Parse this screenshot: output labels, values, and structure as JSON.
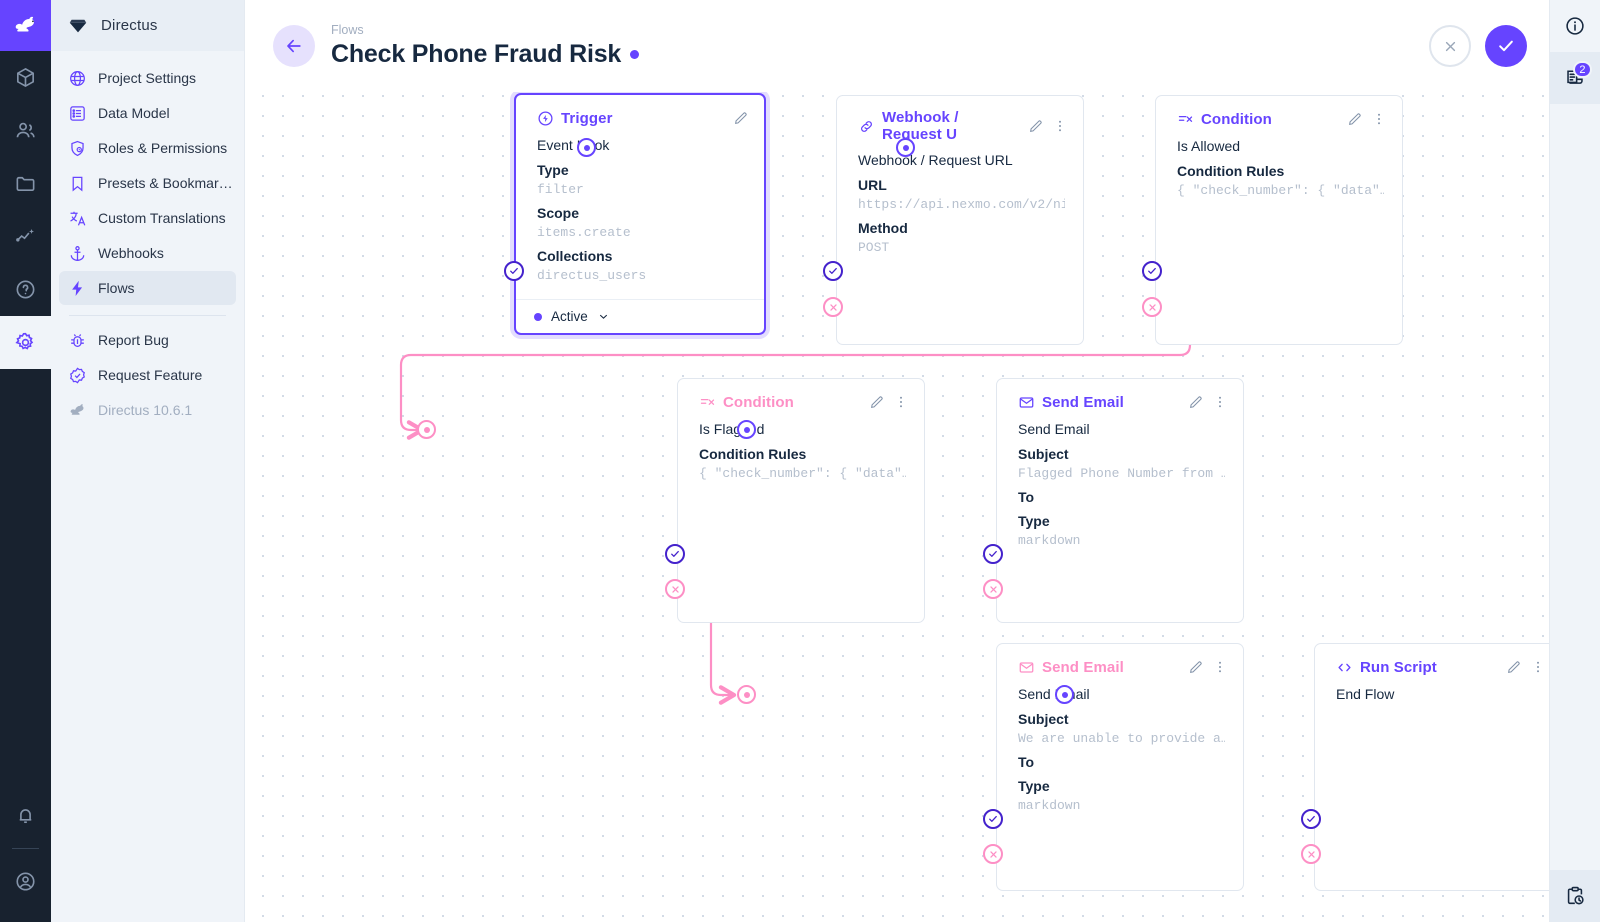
{
  "rail": {
    "logo_icon": "directus-rabbit-logo",
    "items": [
      {
        "name": "content",
        "icon": "box-icon"
      },
      {
        "name": "users",
        "icon": "people-icon"
      },
      {
        "name": "files",
        "icon": "folder-icon"
      },
      {
        "name": "insights",
        "icon": "insights-icon"
      },
      {
        "name": "help",
        "icon": "question-circle-icon"
      },
      {
        "name": "settings",
        "icon": "gear-icon",
        "active": true
      }
    ],
    "bottom": [
      {
        "name": "notifications",
        "icon": "bell-icon"
      },
      {
        "name": "account",
        "icon": "account-circle-icon"
      }
    ]
  },
  "sidebar": {
    "header": {
      "title": "Directus",
      "icon": "directus-diamond-icon"
    },
    "items": [
      {
        "label": "Project Settings",
        "icon": "globe-icon",
        "active": false
      },
      {
        "label": "Data Model",
        "icon": "list-box-icon",
        "active": false
      },
      {
        "label": "Roles & Permissions",
        "icon": "shield-lock-icon",
        "active": false
      },
      {
        "label": "Presets & Bookmar…",
        "icon": "bookmark-icon",
        "active": false
      },
      {
        "label": "Custom Translations",
        "icon": "translate-icon",
        "active": false
      },
      {
        "label": "Webhooks",
        "icon": "anchor-icon",
        "active": false
      },
      {
        "label": "Flows",
        "icon": "bolt-icon",
        "active": true
      }
    ],
    "footer_items": [
      {
        "label": "Report Bug",
        "icon": "bug-icon",
        "muted": false
      },
      {
        "label": "Request Feature",
        "icon": "check-badge-icon",
        "muted": false
      },
      {
        "label": "Directus 10.6.1",
        "icon": "rabbit-icon",
        "muted": true
      }
    ]
  },
  "header": {
    "breadcrumb": "Flows",
    "title": "Check Phone Fraud Risk",
    "back_icon": "arrow-left-icon",
    "status_dot_color": "#6644ff",
    "cancel_icon": "close-icon",
    "save_icon": "check-icon"
  },
  "toolrail": {
    "items": [
      {
        "name": "info-sidebar",
        "icon": "info-circle-icon",
        "badge": null,
        "selected": false
      },
      {
        "name": "flow-logs",
        "icon": "logs-icon",
        "badge": "2",
        "selected": true
      },
      {
        "name": "activity-log",
        "icon": "clipboard-clock-icon",
        "badge": null,
        "selected": true
      }
    ]
  },
  "colors": {
    "accent": "#6644ff",
    "resolve": "#4422cc",
    "reject": "#fd8fc5",
    "grid_dot": "#d3dbe6"
  },
  "flow": {
    "panels": [
      {
        "id": "trigger",
        "kind": "trigger",
        "title": "Trigger",
        "title_color": "purple",
        "icon": "trigger-bolt-circle-icon",
        "selected": true,
        "row_name": "Event Hook",
        "fields": [
          {
            "label": "Type",
            "value": "filter"
          },
          {
            "label": "Scope",
            "value": "items.create"
          },
          {
            "label": "Collections",
            "value": "directus_users"
          }
        ],
        "footer": {
          "label": "Active",
          "chevron": "chevron-down-icon"
        },
        "has_menu": false
      },
      {
        "id": "webhook",
        "kind": "operation",
        "title": "Webhook / Request U",
        "title_color": "purple",
        "icon": "link-icon",
        "selected": false,
        "row_name": "Webhook / Request URL",
        "fields": [
          {
            "label": "URL",
            "value": "https://api.nexmo.com/v2/ni"
          },
          {
            "label": "Method",
            "value": "POST"
          }
        ],
        "has_menu": true
      },
      {
        "id": "condition-allowed",
        "kind": "operation",
        "title": "Condition",
        "title_color": "purple",
        "icon": "condition-filter-icon",
        "selected": false,
        "row_name": "Is Allowed",
        "fields": [
          {
            "label": "Condition Rules",
            "value": "{ \"check_number\": { \"data\"…"
          }
        ],
        "has_menu": true
      },
      {
        "id": "condition-flagged",
        "kind": "operation",
        "title": "Condition",
        "title_color": "pink",
        "icon": "condition-filter-icon",
        "selected": false,
        "row_name": "Is Flagged",
        "fields": [
          {
            "label": "Condition Rules",
            "value": "{ \"check_number\": { \"data\"…"
          }
        ],
        "has_menu": true
      },
      {
        "id": "send-email-flagged",
        "kind": "operation",
        "title": "Send Email",
        "title_color": "purple",
        "icon": "mail-icon",
        "selected": false,
        "row_name": "Send Email",
        "fields": [
          {
            "label": "Subject",
            "value": "Flagged Phone Number from …"
          },
          {
            "label": "To",
            "value": ""
          },
          {
            "label": "Type",
            "value": "markdown"
          }
        ],
        "has_menu": true
      },
      {
        "id": "send-email-unable",
        "kind": "operation",
        "title": "Send Email",
        "title_color": "pink",
        "icon": "mail-icon",
        "selected": false,
        "row_name": "Send Email",
        "fields": [
          {
            "label": "Subject",
            "value": "We are unable to provide a…"
          },
          {
            "label": "To",
            "value": ""
          },
          {
            "label": "Type",
            "value": "markdown"
          }
        ],
        "has_menu": true
      },
      {
        "id": "run-script",
        "kind": "operation",
        "title": "Run Script",
        "title_color": "purple",
        "icon": "code-brackets-icon",
        "selected": false,
        "row_name": "End Flow",
        "fields": [],
        "has_menu": true
      }
    ]
  }
}
